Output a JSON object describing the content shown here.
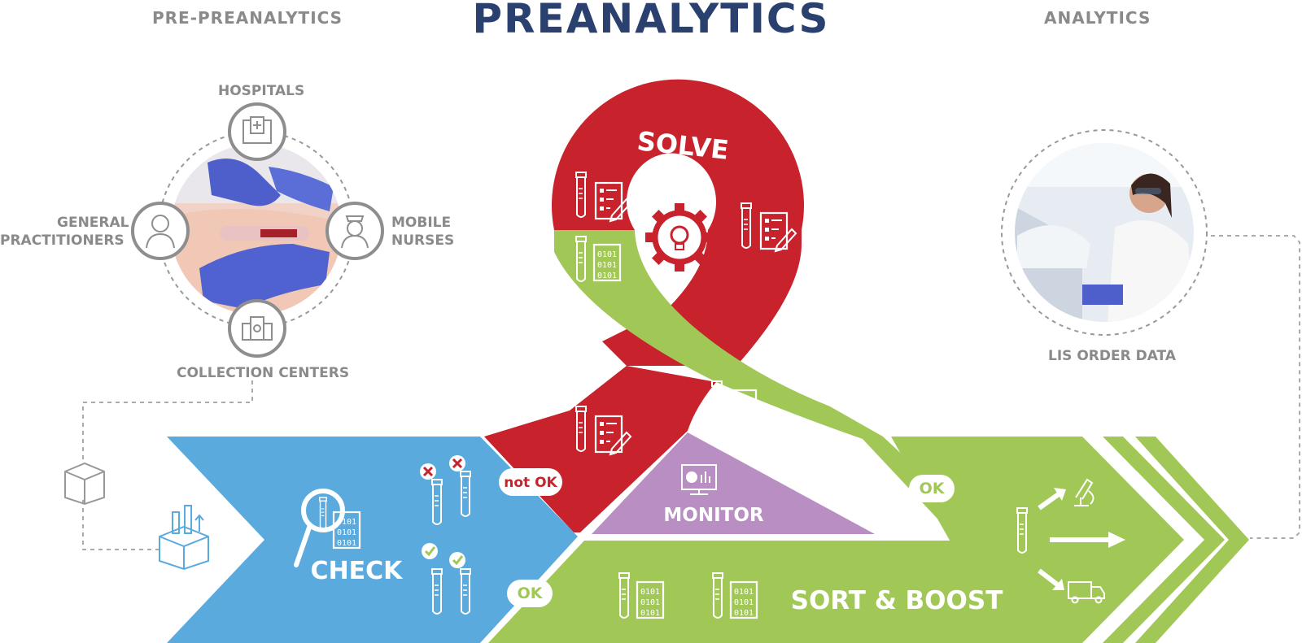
{
  "header": {
    "left": "PRE-PREANALYTICS",
    "center": "PREANALYTICS",
    "right": "ANALYTICS"
  },
  "sources": {
    "hospitals": "HOSPITALS",
    "general_practitioners_1": "GENERAL",
    "general_practitioners_2": "PRACTITIONERS",
    "mobile_nurses_1": "MOBILE",
    "mobile_nurses_2": "NURSES",
    "collection_centers": "COLLECTION CENTERS"
  },
  "lis": {
    "label": "LIS ORDER DATA"
  },
  "flow": {
    "solve": "SOLVE",
    "check": "CHECK",
    "monitor": "MONITOR",
    "sort_boost": "SORT & BOOST",
    "not_ok": "not OK",
    "ok_bottom": "OK",
    "ok_right": "OK",
    "binary": "0101"
  },
  "colors": {
    "blue": "#5aaade",
    "green": "#a1c857",
    "red": "#c8222c",
    "purple": "#b98ec3",
    "navy": "#2a4170",
    "grey": "#8a8a8a"
  },
  "icons": [
    "hospital-icon",
    "doctor-icon",
    "nurse-icon",
    "collection-center-icon",
    "box-icon",
    "open-box-tubes-icon",
    "magnifier-icon",
    "gear-lightbulb-icon",
    "tube-icon",
    "checklist-icon",
    "monitor-chart-icon",
    "microscope-icon",
    "truck-icon",
    "arrow-icon"
  ]
}
